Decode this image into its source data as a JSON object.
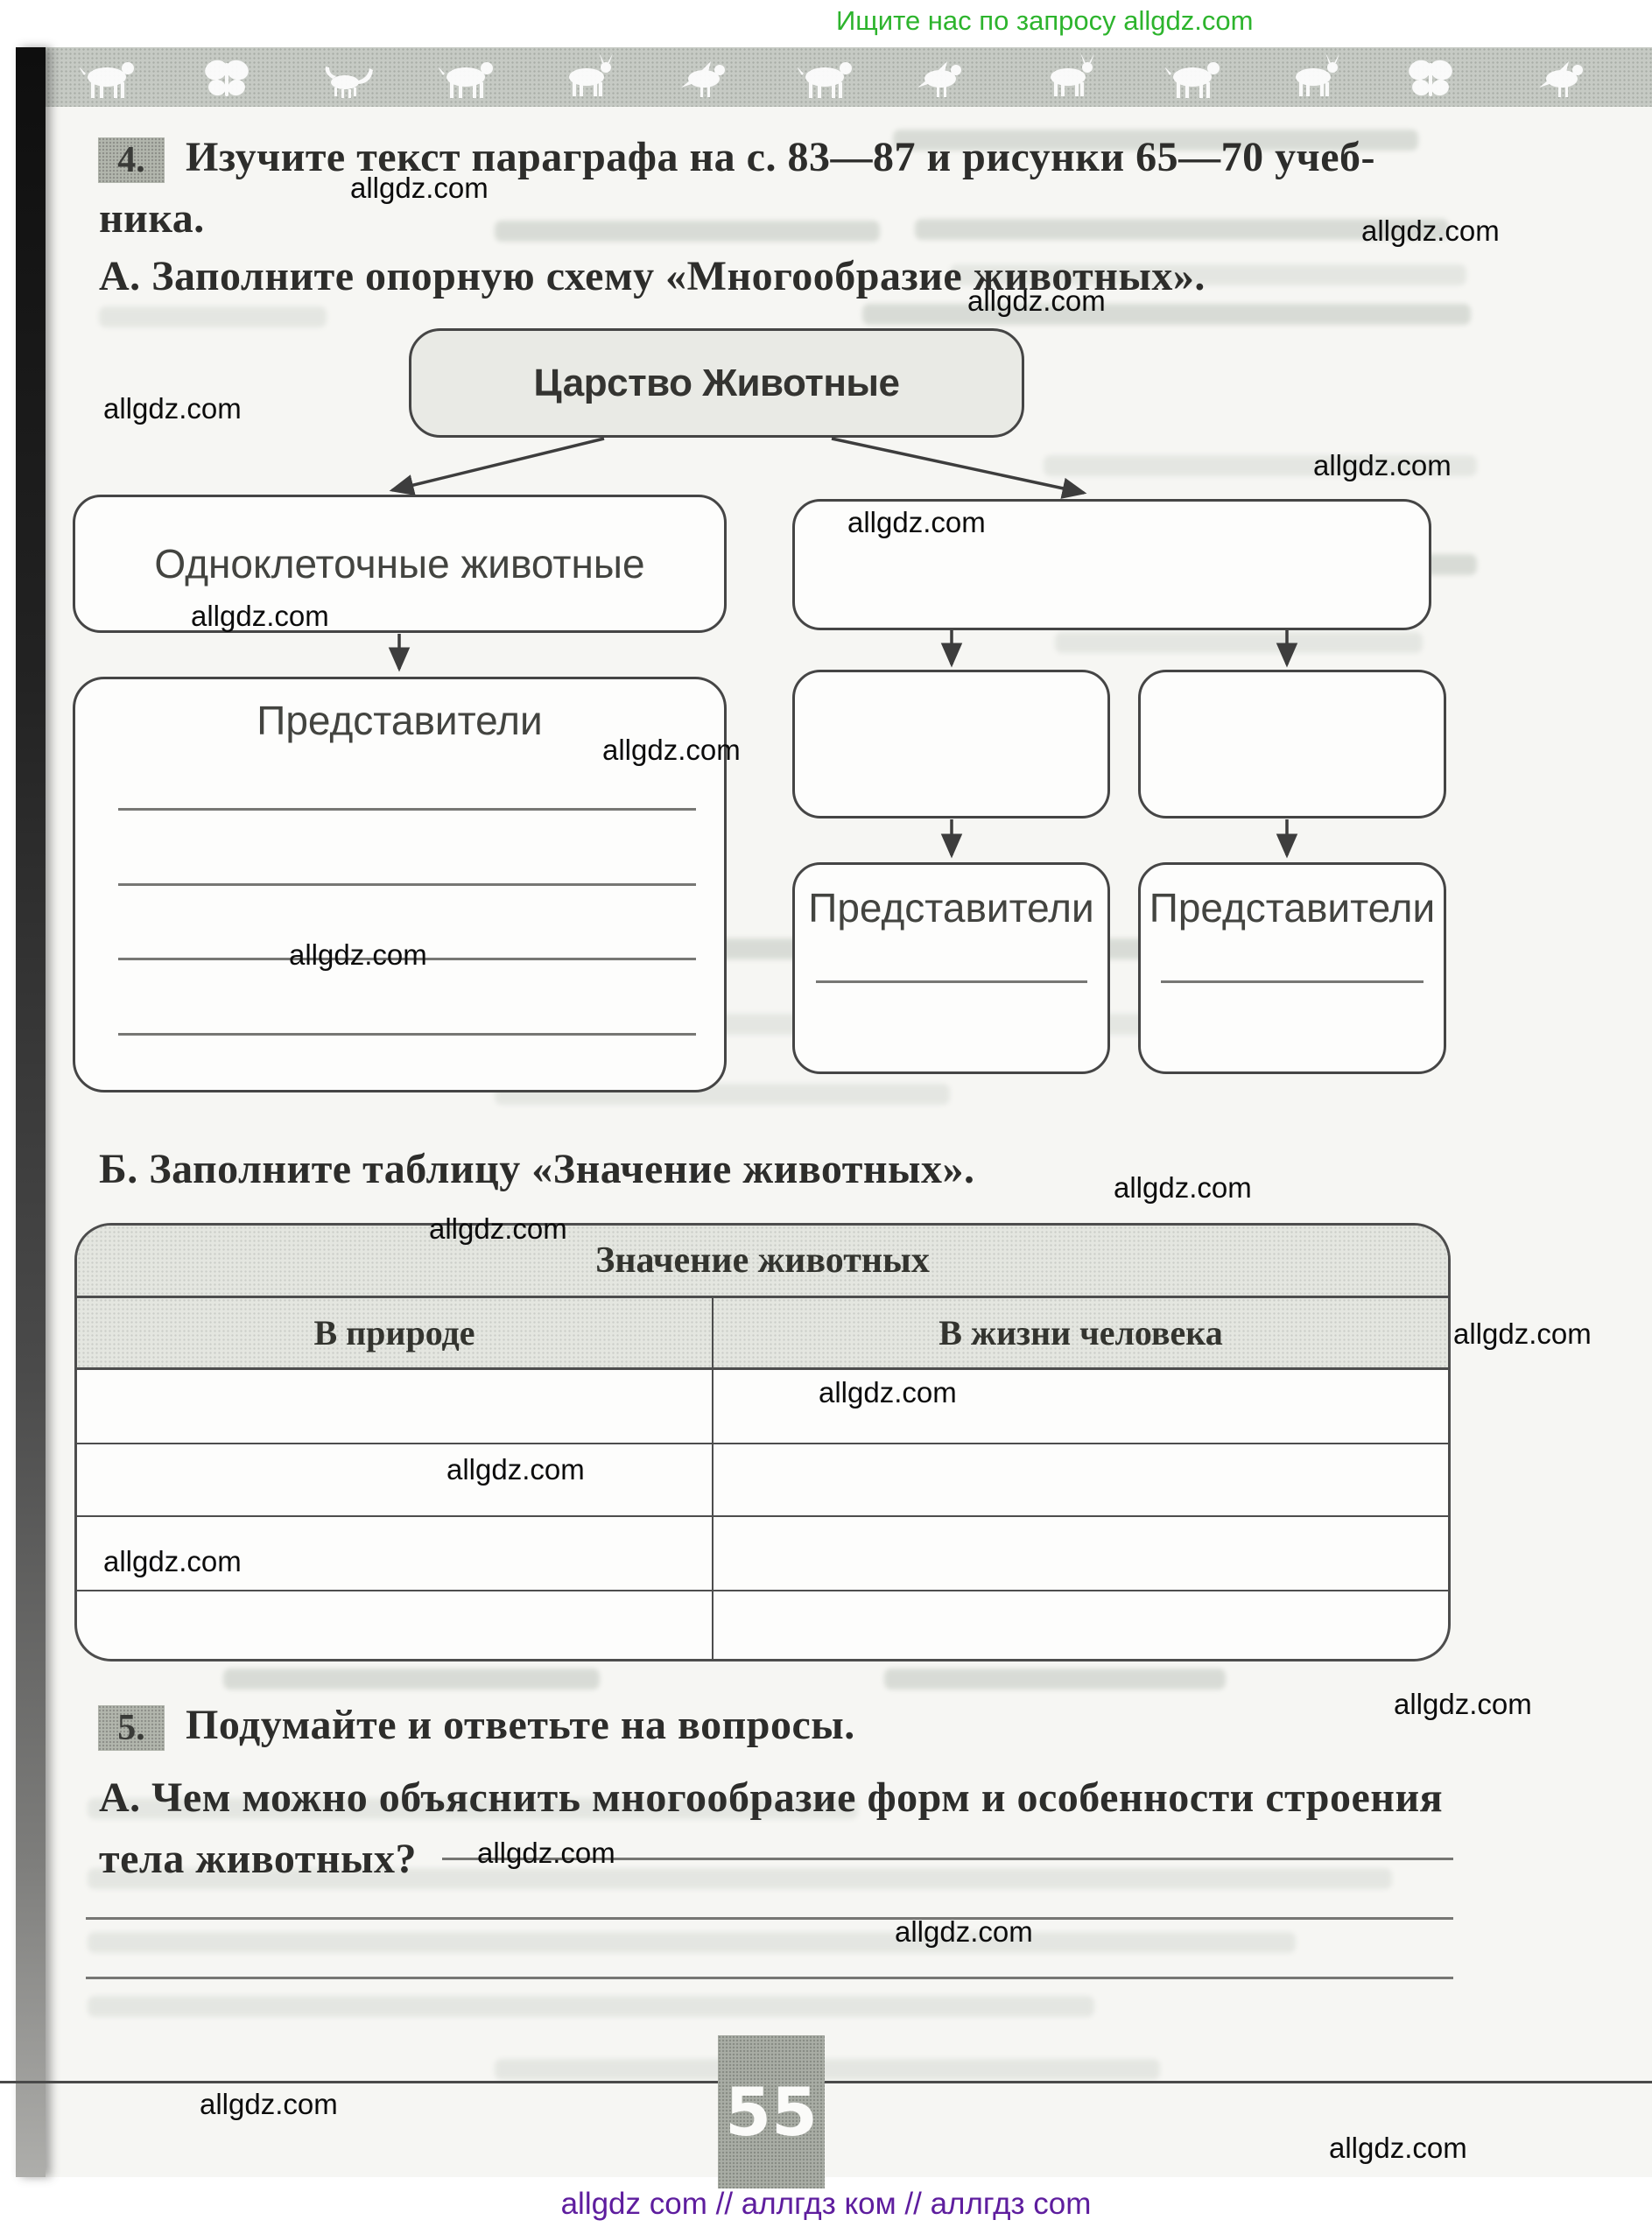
{
  "page": {
    "promo": "Ищите нас по запросу allgdz.com",
    "watermark": "allgdz.com",
    "page_number": "55",
    "footer": "allgdz com  //  аллгдз ком  //  аллгдз com"
  },
  "task4": {
    "number": "4.",
    "line1": "Изучите текст параграфа на с. 83—87 и рисунки 65—70 учеб-",
    "line2": "ника.",
    "part_a": "А. Заполните опорную схему «Многообразие животных»."
  },
  "scheme": {
    "root": "Царство Животные",
    "branch_left": "Одноклеточные животные",
    "representatives": "Представители"
  },
  "task_b": {
    "label": "Б. Заполните таблицу «Значение животных».",
    "table_title": "Значение животных",
    "col_nature": "В природе",
    "col_human": "В жизни человека"
  },
  "task5": {
    "number": "5.",
    "label": "Подумайте и ответьте на вопросы.",
    "question_line1": "А. Чем можно объяснить многообразие форм и особенности строения",
    "question_line2": "тела животных?"
  },
  "colors": {
    "promo_green": "#2db42d",
    "footer_purple": "#5e1d9e"
  }
}
